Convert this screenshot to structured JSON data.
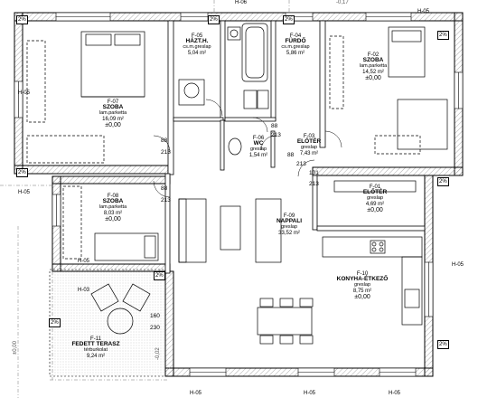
{
  "rooms": [
    {
      "code": "F-05",
      "name": "HÁZT.H.",
      "floor": "cs.m.greslap",
      "area": "5,04 m²"
    },
    {
      "code": "F-04",
      "name": "FÜRDŐ",
      "floor": "cs.m.greslap",
      "area": "5,86 m²"
    },
    {
      "code": "F-02",
      "name": "SZOBA",
      "floor": "lam.parketta",
      "area": "14,52 m²",
      "level": "±0,00"
    },
    {
      "code": "F-07",
      "name": "SZOBA",
      "floor": "lam.parketta",
      "area": "16,09 m²",
      "level": "±0,00"
    },
    {
      "code": "F-06",
      "name": "WC",
      "floor": "greslap",
      "area": "1,54 m²"
    },
    {
      "code": "F-03",
      "name": "ELŐTÉR",
      "floor": "greslap",
      "area": "7,43 m²"
    },
    {
      "code": "F-01",
      "name": "ELŐTÉR",
      "floor": "greslap",
      "area": "4,69 m²",
      "level": "±0,00"
    },
    {
      "code": "F-08",
      "name": "SZOBA",
      "floor": "lam.parketta",
      "area": "8,03 m²",
      "level": "±0,00"
    },
    {
      "code": "F-09",
      "name": "NAPPALI",
      "floor": "greslap",
      "area": "33,52 m²"
    },
    {
      "code": "F-10",
      "name": "KONYHA-ÉTKEZŐ",
      "floor": "greslap",
      "area": "8,75 m²",
      "level": "±0,00"
    },
    {
      "code": "F-11",
      "name": "FEDETT TERASZ",
      "floor": "térburkolat",
      "area": "9,24 m²"
    }
  ],
  "dimensions": [
    "88",
    "213",
    "88",
    "213",
    "88",
    "213",
    "101",
    "213",
    "160",
    "230",
    "88",
    "213"
  ],
  "levels": [
    "±0,00",
    "-0,02",
    "-0,17"
  ],
  "pct_tag": "2%",
  "door_tags": [
    "H-03",
    "H-05",
    "H-05",
    "H-05",
    "H-05",
    "H-06",
    "H-05",
    "H-05",
    "H-05",
    "H-05"
  ]
}
